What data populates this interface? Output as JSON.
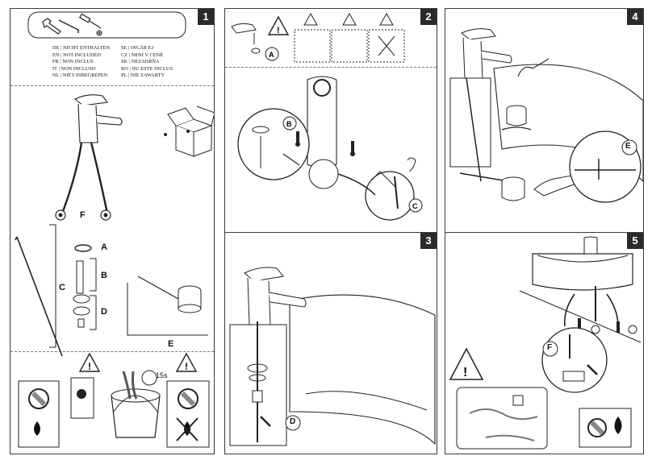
{
  "panel1": {
    "number": "1",
    "not_included": {
      "left": [
        "DE | NICHT ENTHALTEN",
        "EN | NOT INCLUDED",
        "FR | NON INCLUS",
        "IT | NON INCLUSO",
        "NL | NIET INBEGREPEN"
      ],
      "right": [
        "SE | INGÅR EJ",
        "CZ | NENÍ V CENĚ",
        "SK | NEZAHŔŇA",
        "RO | NU ESTE INCLUS",
        "PL | NIE ZAWARTY"
      ]
    },
    "labels": {
      "F": "F",
      "A": "A",
      "B": "B",
      "C": "C",
      "D": "D",
      "E": "E"
    },
    "timer": "15s"
  },
  "panel2": {
    "number": "2",
    "labels": {
      "A": "A",
      "B": "B",
      "C": "C"
    }
  },
  "panel3": {
    "number": "3",
    "labels": {
      "D": "D"
    }
  },
  "panel4": {
    "number": "4",
    "labels": {
      "E": "E"
    }
  },
  "panel5": {
    "number": "5",
    "labels": {
      "F": "F"
    }
  }
}
